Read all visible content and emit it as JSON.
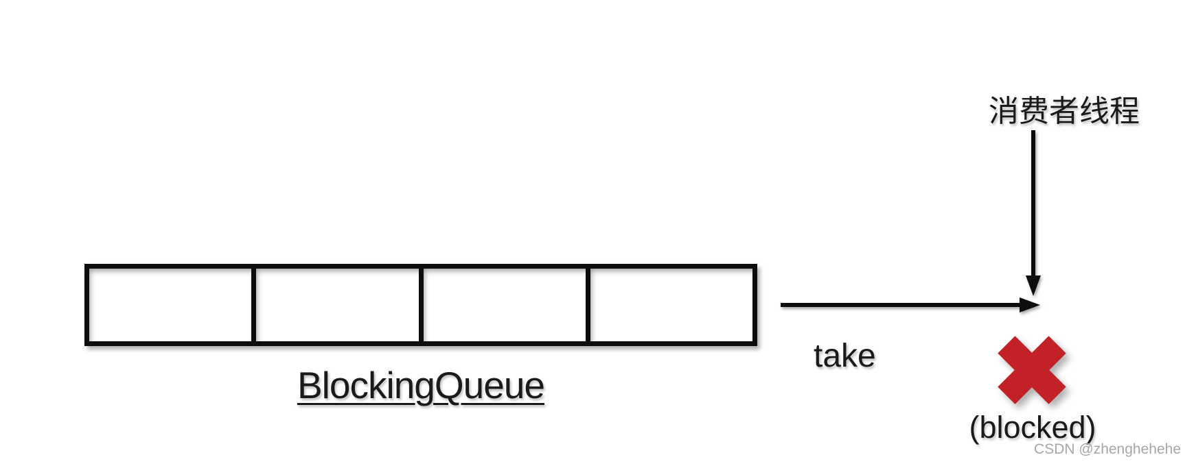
{
  "queue": {
    "label": "BlockingQueue",
    "cell_count": 4
  },
  "take_arrow": {
    "label": "take"
  },
  "consumer": {
    "label": "消费者线程"
  },
  "blocked": {
    "label": "(blocked)"
  },
  "watermark": {
    "text": "CSDN @zhenghehehe"
  },
  "colors": {
    "background": "#ffffff",
    "stroke": "#0d0d0d",
    "text": "#1a1a1a",
    "cross": "#c22127",
    "watermark": "#a6a6a6"
  }
}
